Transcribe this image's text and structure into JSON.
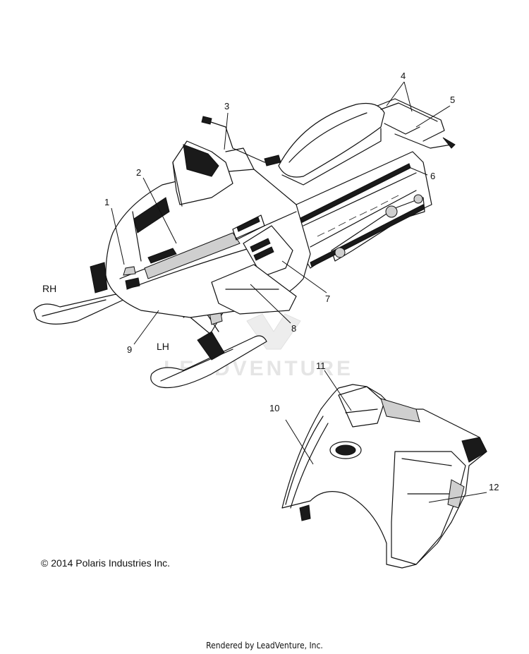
{
  "callouts": {
    "c1": "1",
    "c2": "2",
    "c3": "3",
    "c4": "4",
    "c5": "5",
    "c6": "6",
    "c7": "7",
    "c8": "8",
    "c9": "9",
    "c10": "10",
    "c11": "11",
    "c12": "12"
  },
  "sides": {
    "right": "RH",
    "left": "LH"
  },
  "watermark": "LEADVENTURE",
  "copyright": "© 2014 Polaris Industries Inc.",
  "rendered_by": "Rendered by LeadVenture, Inc."
}
